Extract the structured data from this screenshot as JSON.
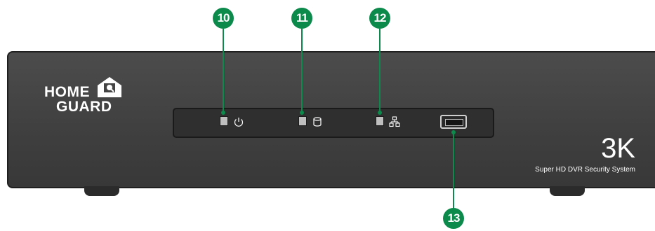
{
  "brand": {
    "line1": "HOME",
    "line2": "GUARD"
  },
  "model": {
    "resolution": "3K",
    "description": "Super HD DVR Security System"
  },
  "callouts": [
    {
      "number": "10",
      "target": "power-led"
    },
    {
      "number": "11",
      "target": "hdd-led"
    },
    {
      "number": "12",
      "target": "network-led"
    },
    {
      "number": "13",
      "target": "usb-port"
    }
  ],
  "icons": [
    "power-icon",
    "hdd-icon",
    "network-icon",
    "usb-port-icon"
  ],
  "colors": {
    "callout": "#0b8a4b",
    "device_body": "#444444",
    "panel": "#2f2f2f",
    "led": "#bfbfbf"
  }
}
